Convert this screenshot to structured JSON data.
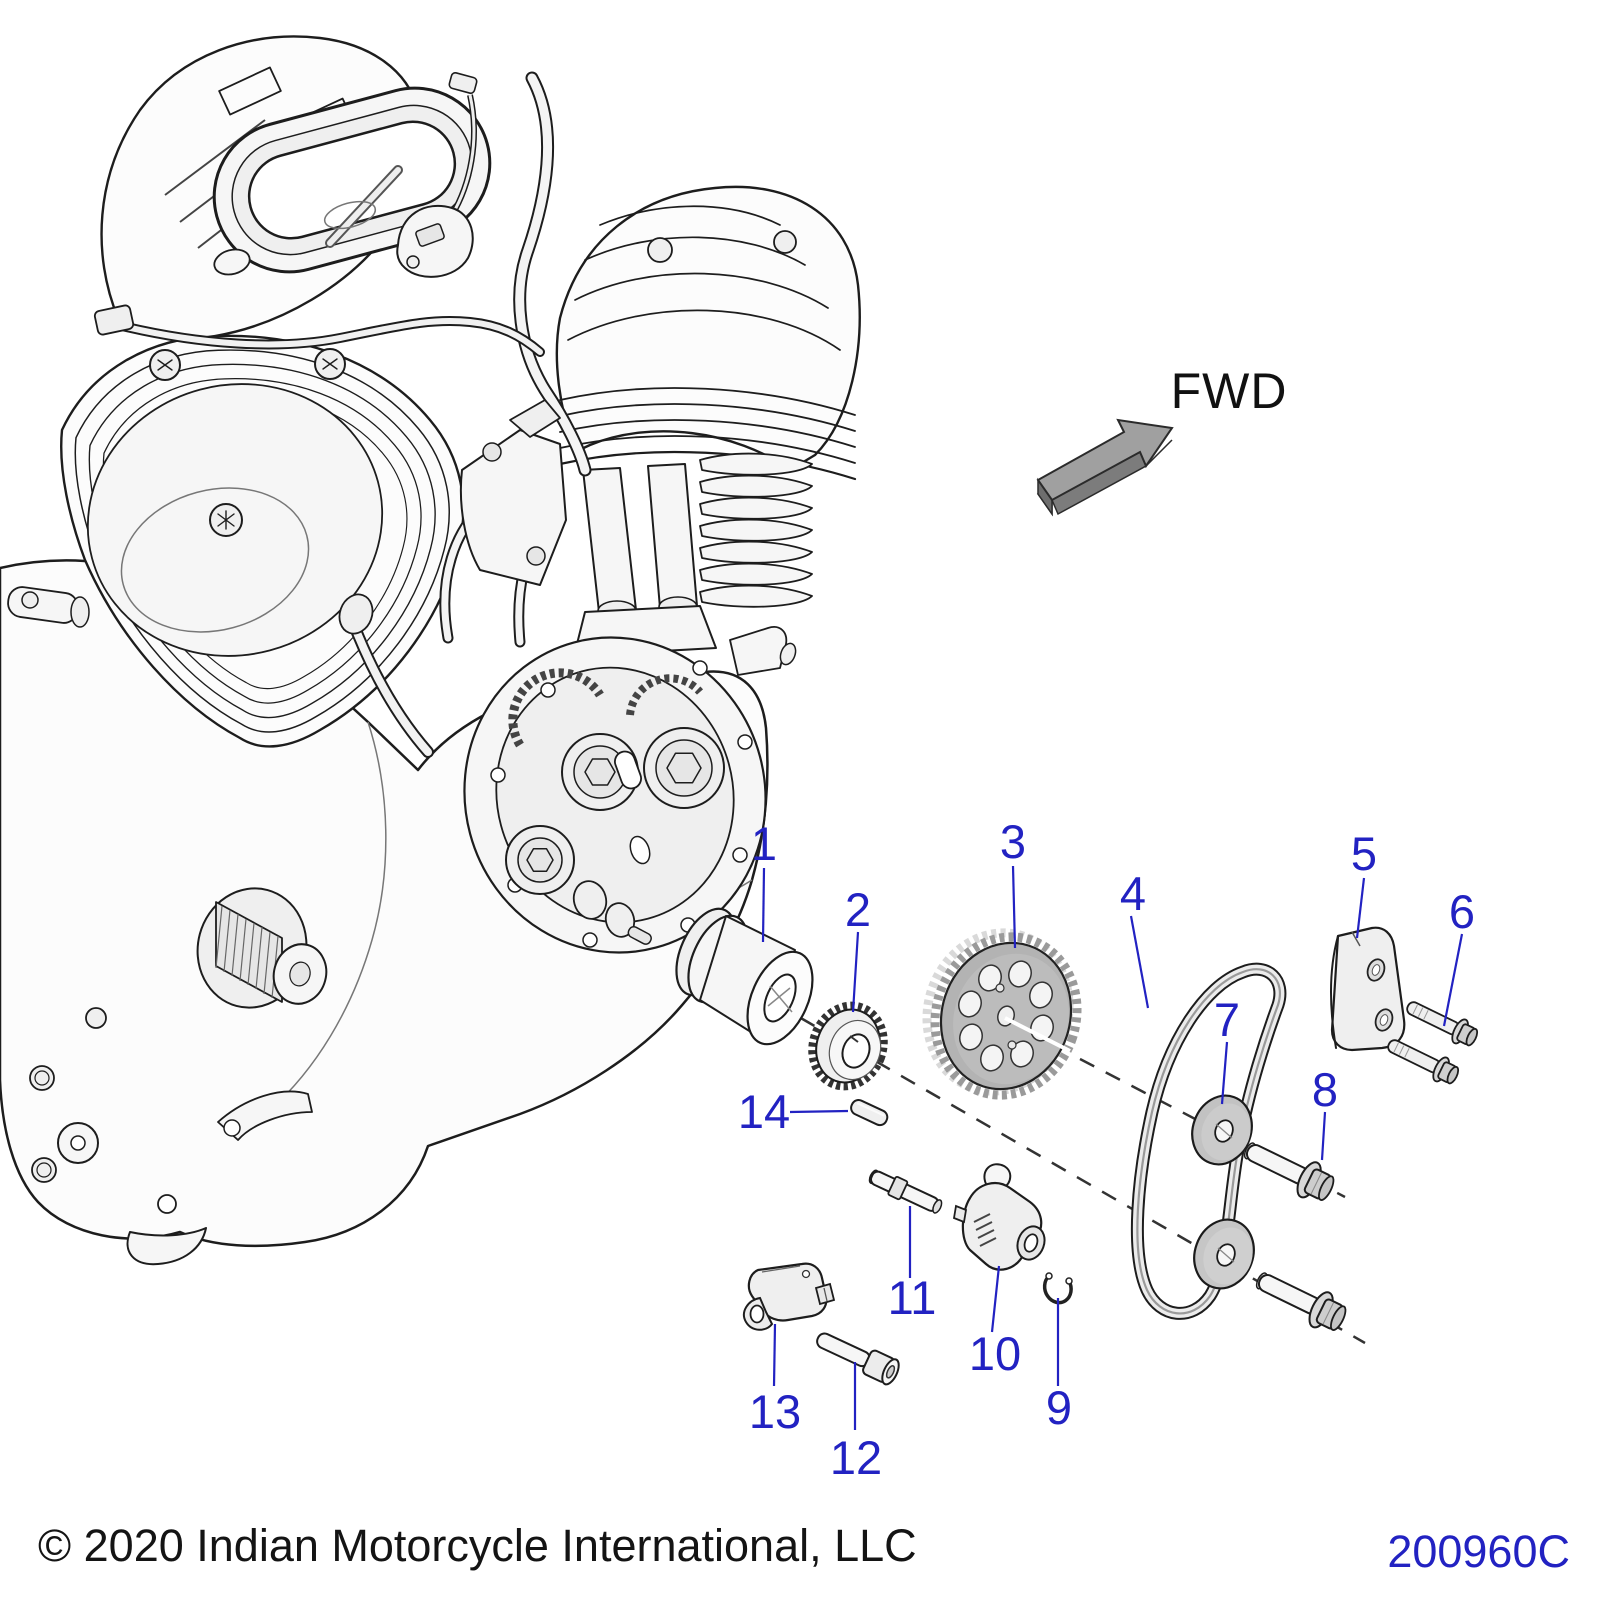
{
  "diagram": {
    "direction_label": "FWD",
    "footer": {
      "copyright": "© 2020 Indian Motorcycle International, LLC",
      "doc_number": "200960C"
    },
    "colors": {
      "callout": "#2222c2",
      "line_art": "#1d1d1d",
      "sprocket_gray": "#b3b3b3",
      "washer_gray": "#c2c2c2",
      "chain_gray": "#ececec",
      "arrow_gray": "#a0a0a0"
    },
    "callouts": [
      {
        "number": "1"
      },
      {
        "number": "2"
      },
      {
        "number": "3"
      },
      {
        "number": "4"
      },
      {
        "number": "5"
      },
      {
        "number": "6"
      },
      {
        "number": "7"
      },
      {
        "number": "8"
      },
      {
        "number": "9"
      },
      {
        "number": "10"
      },
      {
        "number": "11"
      },
      {
        "number": "12"
      },
      {
        "number": "13"
      },
      {
        "number": "14"
      }
    ]
  }
}
